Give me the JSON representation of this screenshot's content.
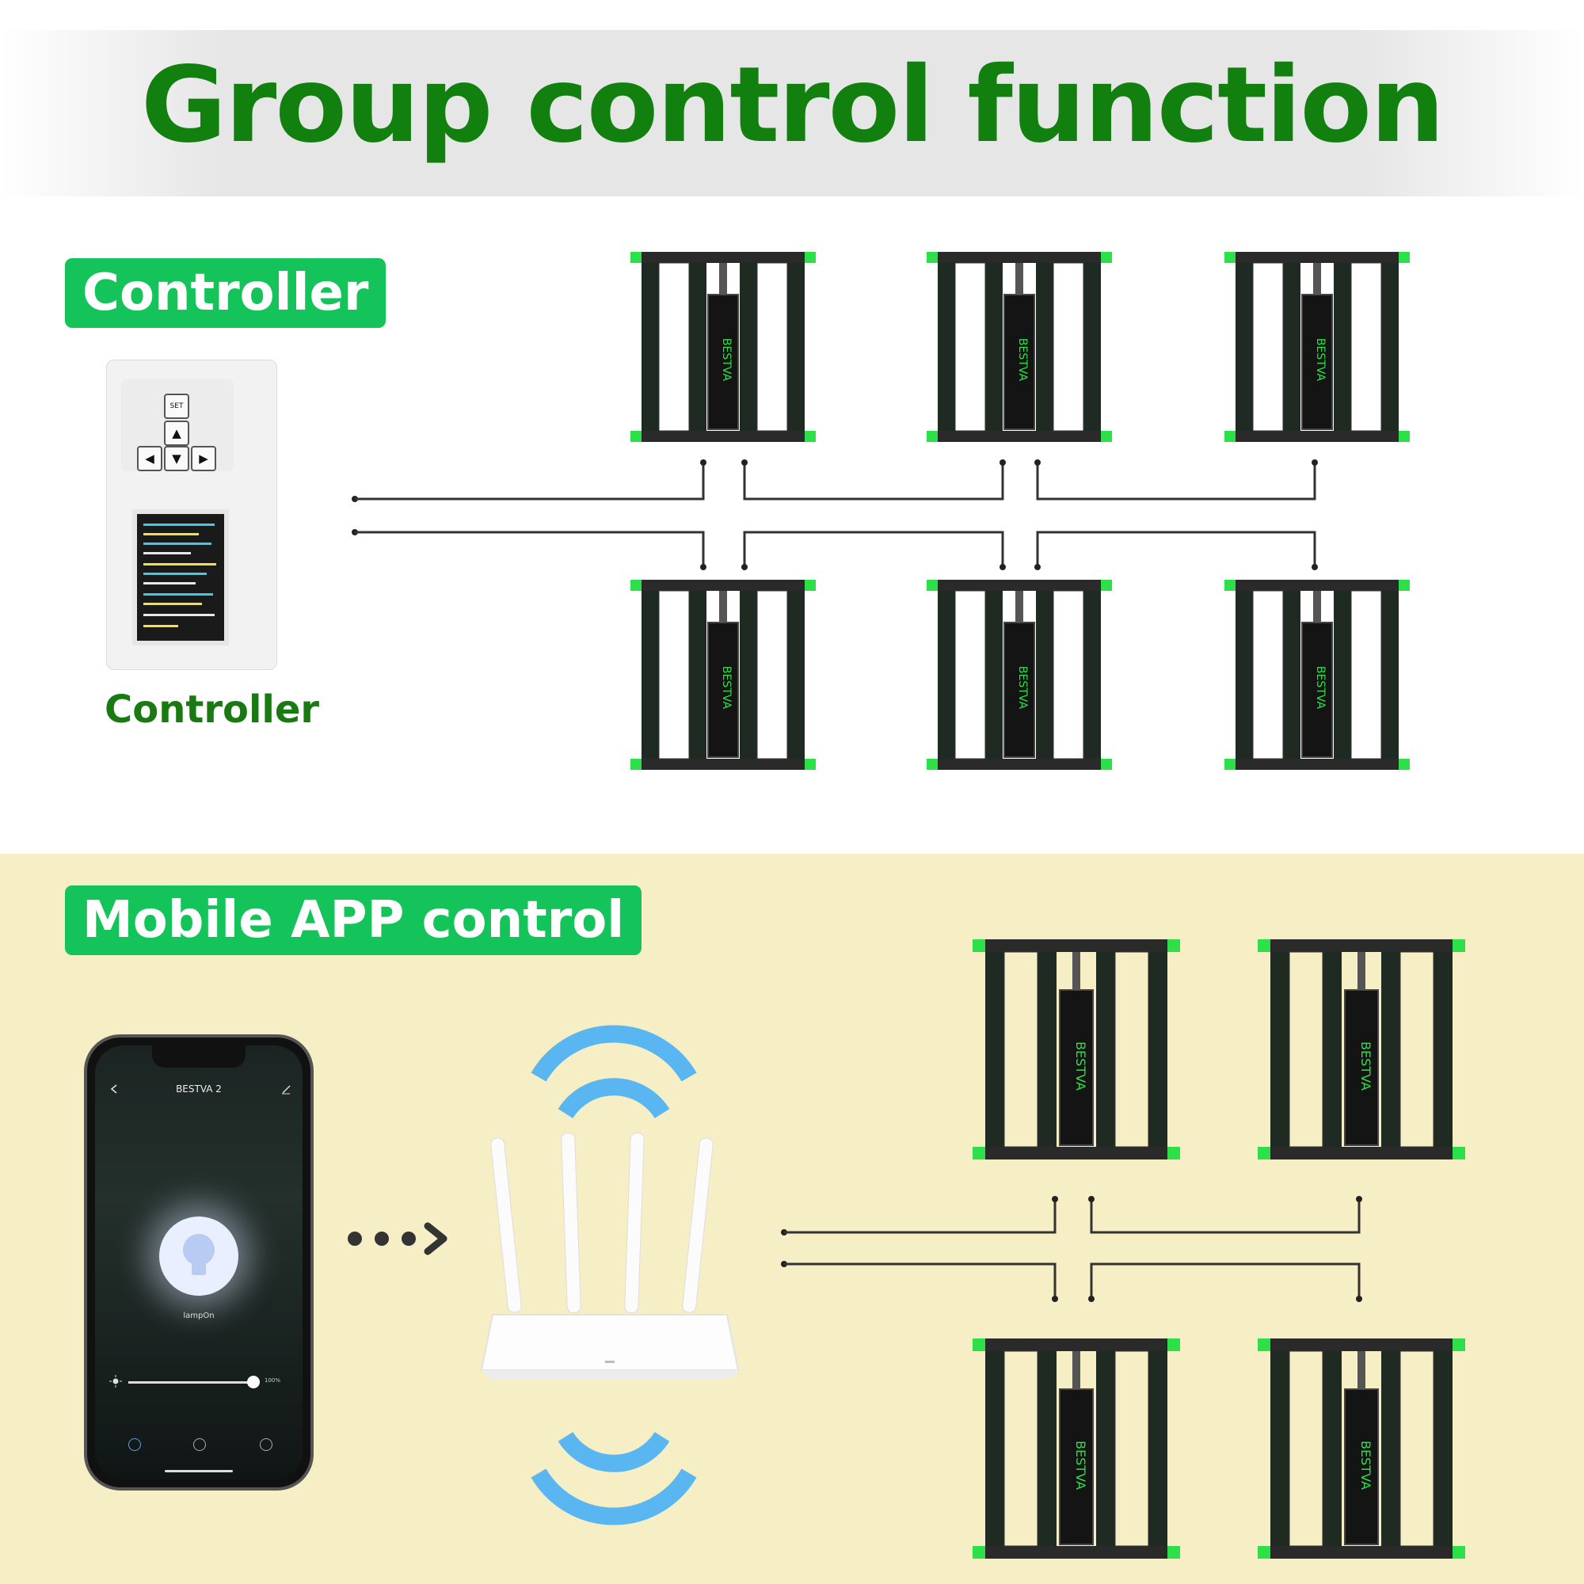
{
  "title": "Group control function",
  "sections": {
    "controller": {
      "label": "Controller",
      "caption": "Controller",
      "keypad": {
        "set": "SET",
        "up": "▲",
        "down": "▼",
        "left": "◀",
        "right": "▶"
      },
      "light_count": 6
    },
    "mobile": {
      "label": "Mobile APP control",
      "app_title": "BESTVA 2",
      "lamp_label": "lampOn",
      "brightness": "100%",
      "light_count": 4
    }
  },
  "light_brand": "BESTVA",
  "colors": {
    "title_green": "#12800f",
    "pill_green": "#14c45a",
    "caption_green": "#1a7a12",
    "light_accent": "#2de04a",
    "wifi_blue": "#59b6f0",
    "yellow_band": "#f6eec4"
  },
  "icons": [
    "wifi-icon",
    "bulb-icon",
    "sun-icon",
    "back-icon",
    "edit-icon",
    "chevron-right-icon"
  ]
}
